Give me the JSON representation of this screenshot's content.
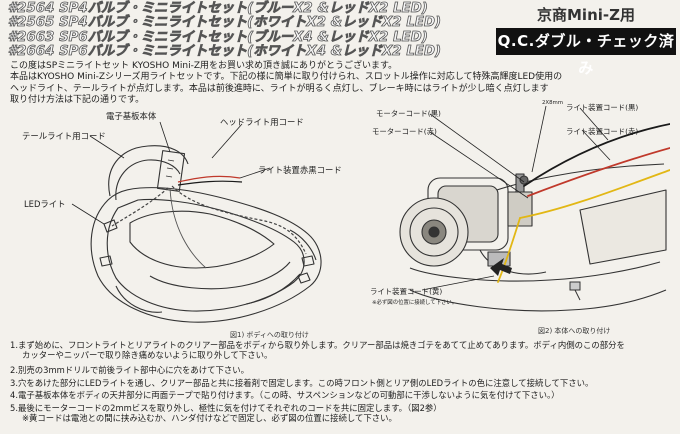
{
  "header": {
    "title_lines": [
      "#2564 SP4バルブ・ミニライトセット(ブルーX2 &レッドX2 LED)",
      "#2565 SP4バルブ・ミニライトセット(ホワイトX2 &レッドX2 LED)",
      "#2663 SP6バルブ・ミニライトセット(ブルーX4 &レッドX2 LED)",
      "#2664 SP6バルブ・ミニライトセット(ホワイトX4 &レッドX2 LED)"
    ],
    "brand": "京商Mini-Z用",
    "qc_badge": "Q.C.ダブル・チェック済み"
  },
  "intro": [
    "この度はSPミニライトセット KYOSHO Mini-Z用をお買い求め頂き誠にありがとうございます。",
    "本品はKYOSHO Mini-Zシリーズ用ライトセットです。下記の様に簡単に取り付けられ、スロットル操作に対応して特殊高輝度LED使用の",
    "ヘッドライト、テールライトが点灯します。本品は前後進時に、ライトが明るく点灯し、ブレーキ時にはライトが少し暗く点灯します",
    "取り付け方法は下記の通りです。"
  ],
  "figure1": {
    "label_board": "電子基板本体",
    "label_headlight_cord": "ヘッドライト用コード",
    "label_taillight_cord": "テールライト用コード",
    "label_red_cord": "ライト装置赤黒コード",
    "label_led": "LEDライト",
    "caption": "図1) ボディへの取り付け"
  },
  "figure2": {
    "label_screw": "2X8mm",
    "label_light_black": "ライト装置コード(黒)",
    "label_motor_black": "モーターコード(黒)",
    "label_motor_red": "モーターコード(赤)",
    "label_light_red": "ライト装置コード(赤)",
    "label_light_yellow": "ライト装置コード(黄)",
    "label_note": "※必ず図の位置に接続して下さい。",
    "caption": "図2) 本体への取り付け"
  },
  "steps": [
    {
      "main": "1.まず始めに、フロントライトとリアライトのクリアー部品をボディから取り外します。クリアー部品は焼きゴテをあてて止めてあります。ボディ内側のこの部分を",
      "cont": "カッターやニッパーで取り除き痛めないように取り外して下さい。"
    },
    {
      "main": "2.別売の3mmドリルで前後ライト部中心に穴をあけて下さい。",
      "cont": ""
    },
    {
      "main": "3.穴をあけた部分にLEDライトを通し、クリアー部品と共に接着剤で固定します。この時フロント側とリア側のLEDライトの色に注意して接続して下さい。",
      "cont": ""
    },
    {
      "main": "4.電子基板本体をボディの天井部分に両面テープで貼り付けます。（この時、サスペンションなどの可動部に干渉しないように気を付けて下さい。）",
      "cont": ""
    },
    {
      "main": "5.最後にモーターコードの2mmビスを取り外し、極性に気を付けてそれぞれのコードを共に固定します。（図2参）",
      "cont": "※黄コードは電池との間に挟み込むか、ハンダ付けなどで固定し、必ず図の位置に接続して下さい。"
    }
  ],
  "colors": {
    "paper": "#f3f1ec",
    "ink": "#222222",
    "badge_bg": "#111111",
    "cord_red": "#c0392b",
    "cord_yellow": "#e2b714",
    "cord_black": "#1a1a1a"
  }
}
